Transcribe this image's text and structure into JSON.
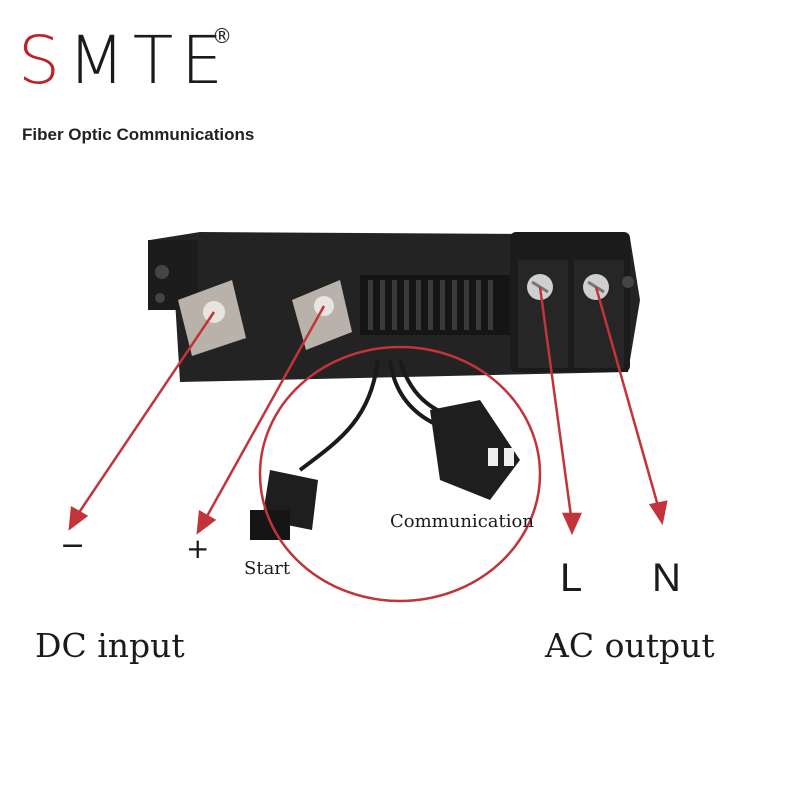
{
  "brand": {
    "name_first": "S",
    "name_rest": "MTE",
    "registered": "®",
    "tagline": "Fiber Optic Communications"
  },
  "labels": {
    "dc_minus": "−",
    "dc_plus": "+",
    "start": "Start",
    "communication": "Communication",
    "ac_l": "L",
    "ac_n": "N",
    "dc_input": "DC input",
    "ac_output": "AC output"
  },
  "colors": {
    "arrow": "#c2343a",
    "brand_red": "#c0202a",
    "connector_body": "#2a2a2a",
    "terminal_metal": "#b9b2aa"
  }
}
